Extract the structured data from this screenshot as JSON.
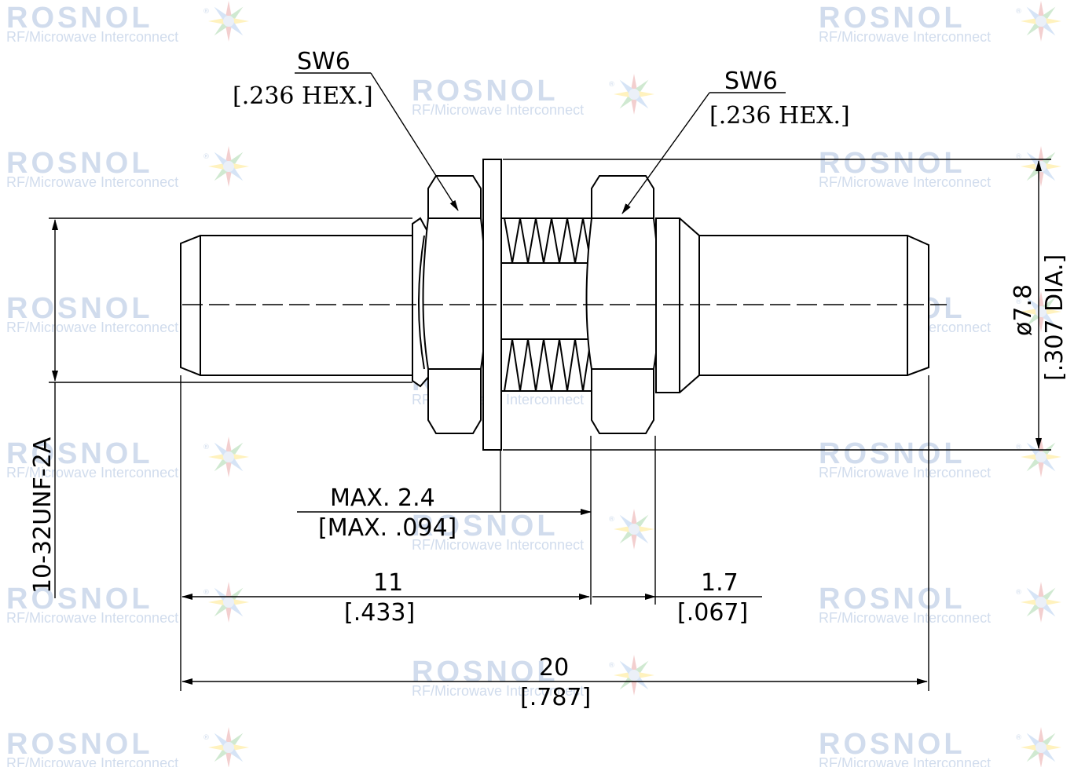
{
  "watermark": {
    "brand": "ROSNOL",
    "tagline": "RF/Microwave Interconnect",
    "reg_mark": "®",
    "color": "#c9d7ea"
  },
  "callouts": {
    "left_hex": {
      "size": "SW6",
      "inch": "[.236 HEX.]"
    },
    "right_hex": {
      "size": "SW6",
      "inch": "[.236 HEX.]"
    }
  },
  "dimensions": {
    "diameter": {
      "mm": "ø7.8",
      "inch": "[.307 DIA.]"
    },
    "thread": {
      "spec": "10-32UNF-2A"
    },
    "panel_max": {
      "mm": "MAX. 2.4",
      "inch": "[MAX. .094]"
    },
    "left_length": {
      "mm": "11",
      "inch": "[.433]"
    },
    "nut_length": {
      "mm": "1.7",
      "inch": "[.067]"
    },
    "overall_length": {
      "mm": "20",
      "inch": "[.787]"
    }
  },
  "colors": {
    "line": "#000000",
    "background": "#ffffff"
  }
}
